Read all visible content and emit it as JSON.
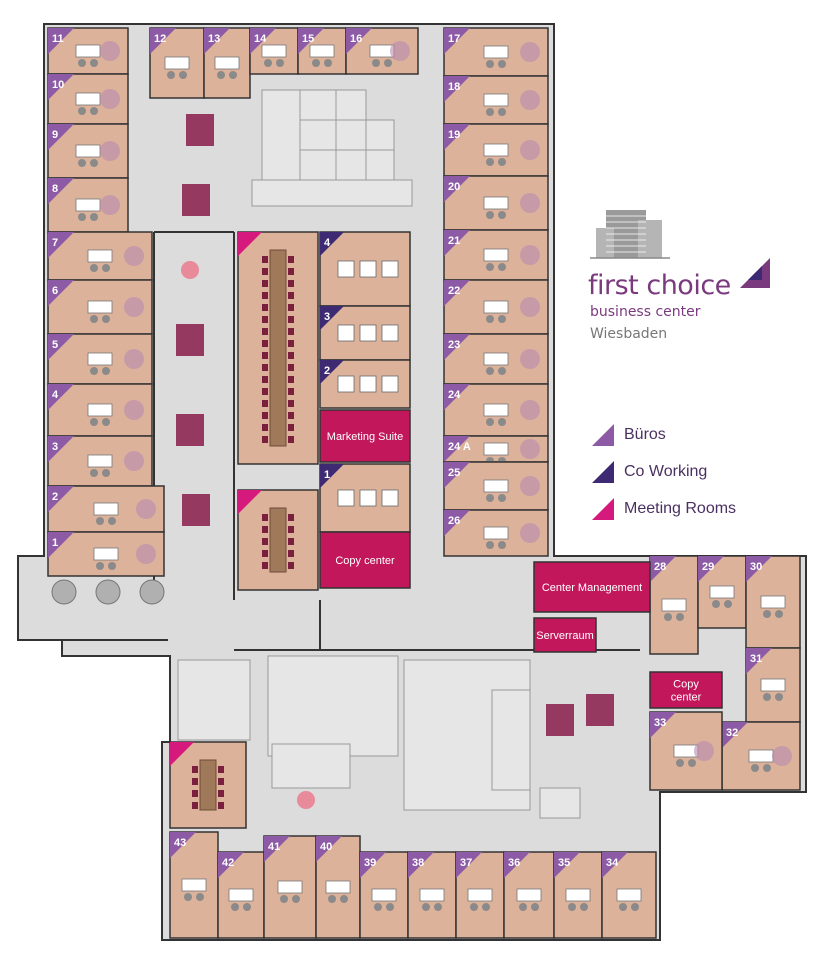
{
  "brand": {
    "name": "first choice",
    "subtitle": "business center",
    "city": "Wiesbaden"
  },
  "legend": [
    {
      "label": "Büros",
      "color": "#8d5aa6"
    },
    {
      "label": "Co Working",
      "color": "#3d2a72"
    },
    {
      "label": "Meeting Rooms",
      "color": "#d6197c"
    }
  ],
  "colors": {
    "office": "#dcb29b",
    "corridor": "#dcdcdc",
    "wall": "#333333",
    "meeting": "#c2185b",
    "office_marker": "#8d5aa6",
    "coworking_marker": "#3d2a72"
  },
  "rooms": {
    "offices": [
      {
        "id": "11"
      },
      {
        "id": "12"
      },
      {
        "id": "13"
      },
      {
        "id": "14"
      },
      {
        "id": "15"
      },
      {
        "id": "16"
      },
      {
        "id": "10"
      },
      {
        "id": "9"
      },
      {
        "id": "8"
      },
      {
        "id": "7"
      },
      {
        "id": "6"
      },
      {
        "id": "5"
      },
      {
        "id": "4"
      },
      {
        "id": "3"
      },
      {
        "id": "2"
      },
      {
        "id": "1"
      },
      {
        "id": "17"
      },
      {
        "id": "18"
      },
      {
        "id": "19"
      },
      {
        "id": "20"
      },
      {
        "id": "21"
      },
      {
        "id": "22"
      },
      {
        "id": "23"
      },
      {
        "id": "24"
      },
      {
        "id": "24 A"
      },
      {
        "id": "25"
      },
      {
        "id": "26"
      },
      {
        "id": "28"
      },
      {
        "id": "29"
      },
      {
        "id": "30"
      },
      {
        "id": "31"
      },
      {
        "id": "32"
      },
      {
        "id": "33"
      },
      {
        "id": "43"
      },
      {
        "id": "42"
      },
      {
        "id": "41"
      },
      {
        "id": "40"
      },
      {
        "id": "39"
      },
      {
        "id": "38"
      },
      {
        "id": "37"
      },
      {
        "id": "36"
      },
      {
        "id": "35"
      },
      {
        "id": "34"
      }
    ],
    "coworking": [
      {
        "id": "4"
      },
      {
        "id": "3"
      },
      {
        "id": "2"
      },
      {
        "id": "1"
      }
    ],
    "meeting": [
      {
        "label": "Marketing Suite"
      },
      {
        "label": "Copy center"
      },
      {
        "label": "Center Management"
      },
      {
        "label": "Serverraum"
      },
      {
        "label": "Copy center"
      }
    ]
  }
}
